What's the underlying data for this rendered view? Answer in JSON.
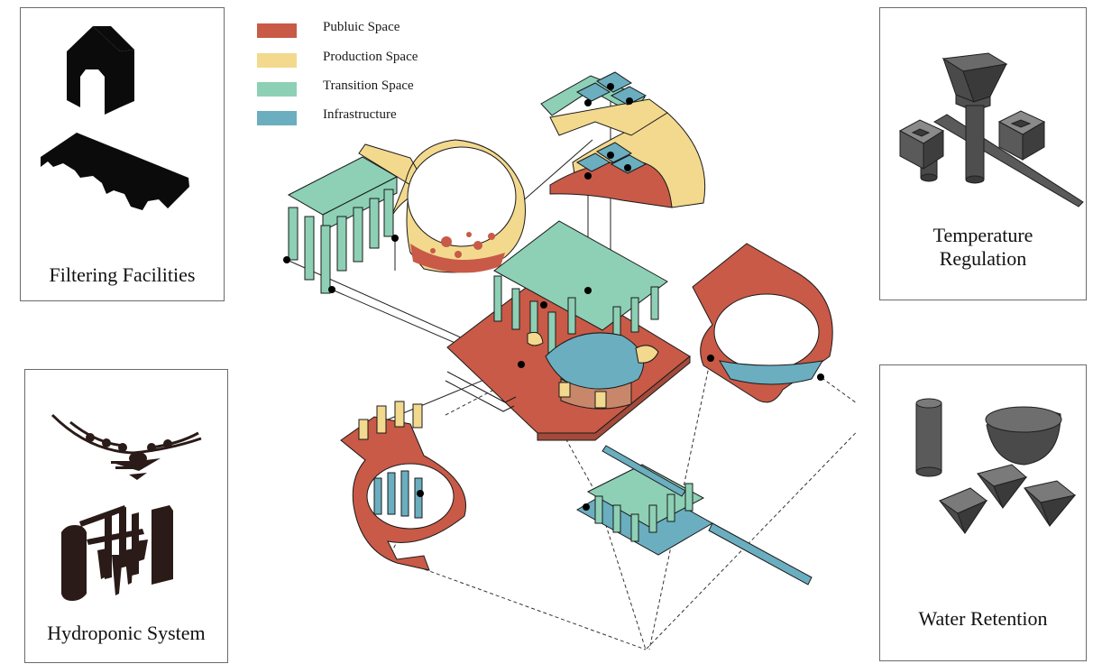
{
  "legend": {
    "items": [
      {
        "label": "Publuic Space",
        "color": "#c85a47"
      },
      {
        "label": "Production Space",
        "color": "#f3d98e"
      },
      {
        "label": "Transition Space",
        "color": "#8dd0b5"
      },
      {
        "label": "Infrastructure",
        "color": "#6aaec0"
      }
    ]
  },
  "panels": {
    "filtering": {
      "title": "Filtering Facilities",
      "icon": "filtering-facility-icon"
    },
    "hydroponic": {
      "title": "Hydroponic System",
      "icon": "hydroponic-system-icon"
    },
    "temperature": {
      "title_line1": "Temperature",
      "title_line2": "Regulation",
      "icon": "temperature-regulation-icon"
    },
    "water": {
      "title": "Water Retention",
      "icon": "water-retention-icon"
    }
  },
  "colors": {
    "public": "#c85a47",
    "production": "#f3d98e",
    "transition": "#8dd0b5",
    "infrastructure": "#6aaec0",
    "outline": "#1a1a1a",
    "panel_border": "#6b6b6b",
    "dark_element": "#3a3a3a"
  }
}
